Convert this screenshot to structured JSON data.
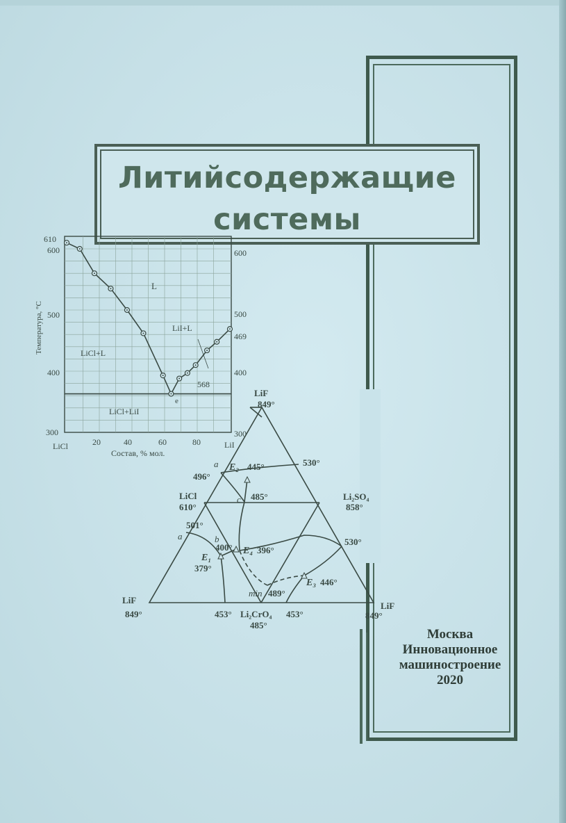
{
  "cover": {
    "title_line1": "Литийсодержащие",
    "title_line2": "системы",
    "publisher": {
      "city": "Москва",
      "name_line1": "Инновационное",
      "name_line2": "машиностроение",
      "year": "2020"
    }
  },
  "binary_diagram": {
    "ylabel": "Температура, °С",
    "xlabel": "Состав, % мол.",
    "left_component": "LiCl",
    "right_component": "LiI",
    "y_ticks_left": [
      "610",
      "600",
      "500",
      "400",
      "300"
    ],
    "y_ticks_right": [
      "600",
      "500",
      "469",
      "400",
      "300"
    ],
    "x_ticks": [
      "20",
      "40",
      "60",
      "80"
    ],
    "regions": [
      "L",
      "LiI+L",
      "LiCl+L",
      "LiCl+LiI"
    ],
    "eutectic_label": "e",
    "eutectic_value": "568",
    "liquidus_points": [
      {
        "x": 0,
        "t": 610
      },
      {
        "x": 8,
        "t": 600
      },
      {
        "x": 17,
        "t": 560
      },
      {
        "x": 27,
        "t": 535
      },
      {
        "x": 37,
        "t": 500
      },
      {
        "x": 47,
        "t": 462
      },
      {
        "x": 59,
        "t": 393
      },
      {
        "x": 64,
        "t": 363
      },
      {
        "x": 69,
        "t": 388
      },
      {
        "x": 74,
        "t": 397
      },
      {
        "x": 79,
        "t": 410
      },
      {
        "x": 86,
        "t": 434
      },
      {
        "x": 92,
        "t": 448
      },
      {
        "x": 100,
        "t": 469
      }
    ]
  },
  "ternary_diagram": {
    "top_vertex": "LiF",
    "top_temp": "849°",
    "left_vertex": "LiF",
    "left_temp": "849°",
    "right_vertex": "LiF",
    "right_temp": "849°",
    "licl": "LiCl",
    "licl_temp": "610°",
    "li2so4": "Li₂SO₄",
    "li2so4_temp": "858°",
    "li2cro4": "Li₂CrO₄",
    "li2cro4_temp": "485°",
    "labels": {
      "a_top": "a",
      "t496": "496°",
      "e2": "E₂",
      "e2_temp": "445°",
      "t530_top": "530°",
      "c": "c",
      "t485": "485°",
      "t501": "501°",
      "a_left": "a",
      "b": "b",
      "t400": "400°",
      "e4": "E₄",
      "e4_temp": "396°",
      "e1": "E₁",
      "t379": "379°",
      "t530_right": "530°",
      "e3": "E₃",
      "e3_temp": "446°",
      "min": "min",
      "t489": "489°",
      "t453_left": "453°",
      "t453_right": "453°"
    }
  }
}
